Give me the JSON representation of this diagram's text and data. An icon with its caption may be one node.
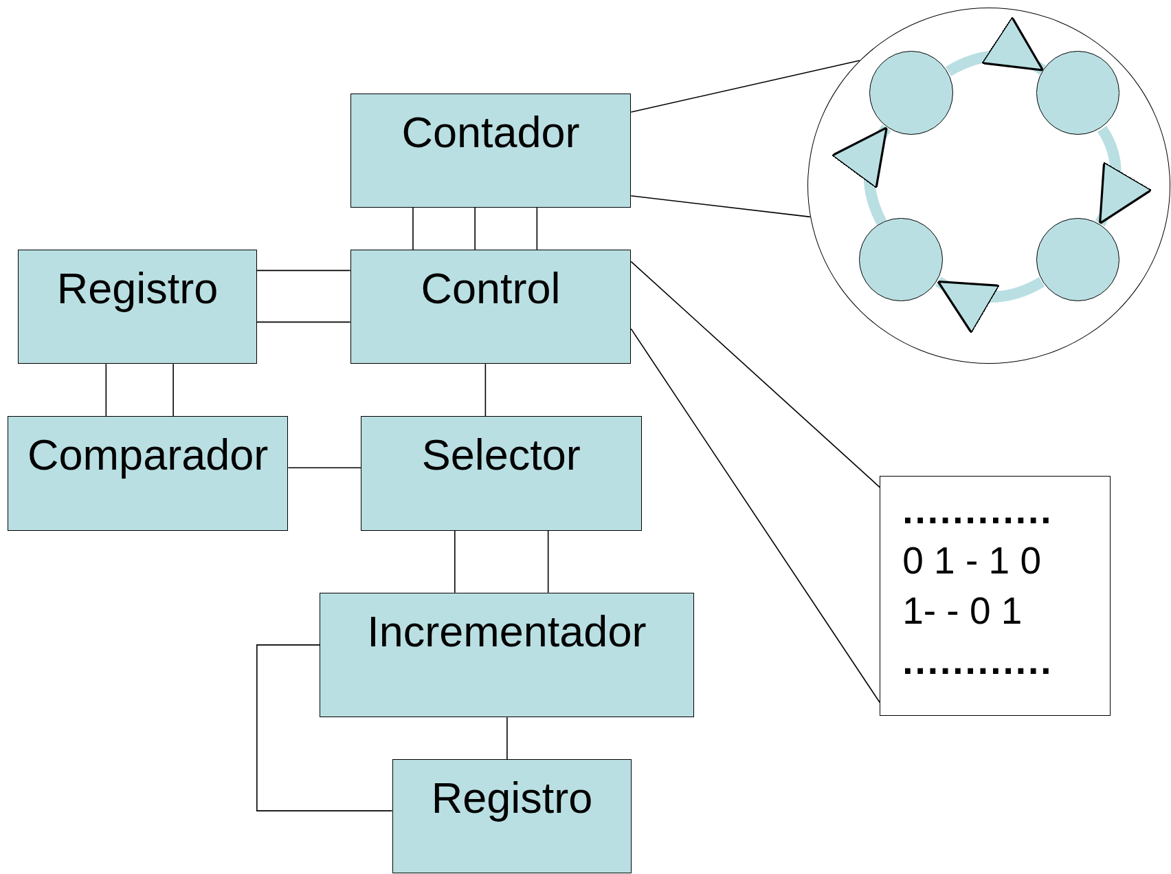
{
  "diagram": {
    "nodes": [
      {
        "text": [
          "Contador"
        ]
      },
      {
        "text": [
          "Registro"
        ]
      },
      {
        "text": [
          "Control"
        ]
      },
      {
        "text": [
          "Comparador"
        ]
      },
      {
        "text": [
          "Selector"
        ]
      },
      {
        "text": [
          "Incrementador"
        ]
      },
      {
        "text": [
          "Registro"
        ]
      },
      {
        "text": [],
        "shape": "circle"
      },
      {
        "text": [],
        "shape": "circle",
        "in": 7
      },
      {
        "text": [],
        "shape": "circle",
        "in": 7
      },
      {
        "text": [],
        "shape": "circle",
        "in": 7
      },
      {
        "text": [],
        "shape": "circle",
        "in": 7
      },
      {
        "text": [
          "............",
          "0 1 - 1 0",
          "1- - 0 1",
          "............"
        ]
      }
    ],
    "edges": [
      {
        "from": 0,
        "to": 2,
        "arrow": "none"
      },
      {
        "from": 0,
        "to": 2,
        "arrow": "none"
      },
      {
        "from": 0,
        "to": 2,
        "arrow": "none"
      },
      {
        "from": 1,
        "to": 2,
        "arrow": "none"
      },
      {
        "from": 1,
        "to": 2,
        "arrow": "none"
      },
      {
        "from": 1,
        "to": 3,
        "arrow": "none"
      },
      {
        "from": 1,
        "to": 3,
        "arrow": "none"
      },
      {
        "from": 2,
        "to": 4,
        "arrow": "none"
      },
      {
        "from": 3,
        "to": 4,
        "arrow": "none"
      },
      {
        "from": 4,
        "to": 5,
        "arrow": "none"
      },
      {
        "from": 4,
        "to": 5,
        "arrow": "none"
      },
      {
        "from": 5,
        "to": 6,
        "arrow": "none"
      },
      {
        "from": 5,
        "to": 6,
        "arrow": "none"
      },
      {
        "from": 8,
        "to": 9,
        "arrow": "to",
        "style": "thick",
        "color": "#b9dfe2"
      },
      {
        "from": 9,
        "to": 11,
        "arrow": "to",
        "style": "thick",
        "color": "#b9dfe2"
      },
      {
        "from": 11,
        "to": 10,
        "arrow": "to",
        "style": "thick",
        "color": "#b9dfe2"
      },
      {
        "from": 10,
        "to": 8,
        "arrow": "to",
        "style": "thick",
        "color": "#b9dfe2"
      },
      {
        "from": 0,
        "to": 7,
        "arrow": "none"
      },
      {
        "from": 0,
        "to": 7,
        "arrow": "none"
      },
      {
        "from": 2,
        "to": 12,
        "arrow": "none"
      },
      {
        "from": 2,
        "to": 12,
        "arrow": "none"
      }
    ]
  }
}
